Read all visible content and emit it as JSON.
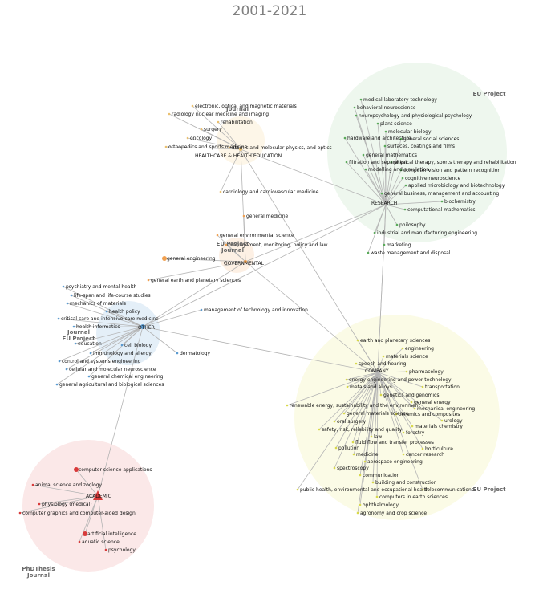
{
  "title": "2001-2021",
  "colors": {
    "research": "#5aaa5a",
    "company": "#d8d84a",
    "academic": "#d83a3a",
    "other": "#5a9ad0",
    "healthcare": "#eac070",
    "government": "#f0a050"
  },
  "clusters": [
    {
      "id": "research",
      "label": "RESEARCH",
      "tags": [
        "EU Project"
      ]
    },
    {
      "id": "company",
      "label": "COMPANY",
      "tags": [
        "EU Project"
      ]
    },
    {
      "id": "academic",
      "label": "ACADEMIC",
      "tags": [
        "PhDThesis",
        "Journal"
      ]
    },
    {
      "id": "other",
      "label": "OTHER",
      "tags": [
        "Journal",
        "EU Project"
      ]
    },
    {
      "id": "healthcare",
      "label": "HEALTHCARE & HEALTH EDUCATION",
      "tags": [
        "Journal"
      ]
    },
    {
      "id": "government",
      "label": "GOVERNMENTAL",
      "tags": [
        "EU Project",
        "Journal"
      ]
    }
  ],
  "nodes": [
    {
      "c": "research",
      "t": "medical laboratory technology"
    },
    {
      "c": "research",
      "t": "behavioral neuroscience"
    },
    {
      "c": "research",
      "t": "neuropsychology and physiological psychology"
    },
    {
      "c": "research",
      "t": "plant science"
    },
    {
      "c": "research",
      "t": "molecular biology"
    },
    {
      "c": "research",
      "t": "hardware and architecture"
    },
    {
      "c": "research",
      "t": "general social sciences"
    },
    {
      "c": "research",
      "t": "surfaces, coatings and films"
    },
    {
      "c": "research",
      "t": "general mathematics"
    },
    {
      "c": "research",
      "t": "filtration and separation"
    },
    {
      "c": "research",
      "t": "physical therapy, sports therapy and rehabilitation"
    },
    {
      "c": "research",
      "t": "modelling and simulation"
    },
    {
      "c": "research",
      "t": "computer vision and pattern recognition"
    },
    {
      "c": "research",
      "t": "cognitive neuroscience"
    },
    {
      "c": "research",
      "t": "applied microbiology and biotechnology"
    },
    {
      "c": "research",
      "t": "general business, management and accounting"
    },
    {
      "c": "research",
      "t": "biochemistry"
    },
    {
      "c": "research",
      "t": "computational mathematics"
    },
    {
      "c": "research",
      "t": "philosophy"
    },
    {
      "c": "research",
      "t": "industrial and manufacturing engineering"
    },
    {
      "c": "research",
      "t": "marketing"
    },
    {
      "c": "research",
      "t": "waste management and disposal"
    },
    {
      "c": "healthcare",
      "t": "electronic, optical and magnetic materials"
    },
    {
      "c": "healthcare",
      "t": "radiology nuclear medicine and imaging"
    },
    {
      "c": "healthcare",
      "t": "rehabilitation"
    },
    {
      "c": "healthcare",
      "t": "surgery"
    },
    {
      "c": "healthcare",
      "t": "oncology"
    },
    {
      "c": "healthcare",
      "t": "orthopedics and sports medicine"
    },
    {
      "c": "healthcare",
      "t": "atomic and molecular physics, and optics"
    },
    {
      "c": "healthcare",
      "t": "cardiology and cardiovascular medicine"
    },
    {
      "c": "government",
      "t": "general medicine"
    },
    {
      "c": "government",
      "t": "general environmental science"
    },
    {
      "c": "government",
      "t": "management, monitoring, policy and law"
    },
    {
      "c": "government",
      "t": "general engineering"
    },
    {
      "c": "government",
      "t": "general earth and planetary sciences"
    },
    {
      "c": "other",
      "t": "psychiatry and mental health"
    },
    {
      "c": "other",
      "t": "life-span and life-course studies"
    },
    {
      "c": "other",
      "t": "mechanics of materials"
    },
    {
      "c": "other",
      "t": "health policy"
    },
    {
      "c": "other",
      "t": "critical care and intensive care medicine"
    },
    {
      "c": "other",
      "t": "health informatics"
    },
    {
      "c": "other",
      "t": "education"
    },
    {
      "c": "other",
      "t": "cell biology"
    },
    {
      "c": "other",
      "t": "immunology and allergy"
    },
    {
      "c": "other",
      "t": "control and systems engineering"
    },
    {
      "c": "other",
      "t": "cellular and molecular neuroscience"
    },
    {
      "c": "other",
      "t": "general chemical engineering"
    },
    {
      "c": "other",
      "t": "general agricultural and biological sciences"
    },
    {
      "c": "other",
      "t": "dermatology"
    },
    {
      "c": "other",
      "t": "management of technology and innovation"
    },
    {
      "c": "company",
      "t": "earth and planetary sciences"
    },
    {
      "c": "company",
      "t": "engineering"
    },
    {
      "c": "company",
      "t": "materials science"
    },
    {
      "c": "company",
      "t": "speech and hearing"
    },
    {
      "c": "company",
      "t": "pharmacology"
    },
    {
      "c": "company",
      "t": "energy engineering and power technology"
    },
    {
      "c": "company",
      "t": "metals and alloys"
    },
    {
      "c": "company",
      "t": "transportation"
    },
    {
      "c": "company",
      "t": "genetics and genomics"
    },
    {
      "c": "company",
      "t": "general energy"
    },
    {
      "c": "company",
      "t": "renewable energy, sustainability and the environment"
    },
    {
      "c": "company",
      "t": "mechanical engineering"
    },
    {
      "c": "company",
      "t": "general materials science"
    },
    {
      "c": "company",
      "t": "ceramics and composites"
    },
    {
      "c": "company",
      "t": "oral surgery"
    },
    {
      "c": "company",
      "t": "urology"
    },
    {
      "c": "company",
      "t": "materials chemistry"
    },
    {
      "c": "company",
      "t": "safety, risk, reliability and quality"
    },
    {
      "c": "company",
      "t": "forestry"
    },
    {
      "c": "company",
      "t": "law"
    },
    {
      "c": "company",
      "t": "fluid flow and transfer processes"
    },
    {
      "c": "company",
      "t": "pollution"
    },
    {
      "c": "company",
      "t": "horticulture"
    },
    {
      "c": "company",
      "t": "medicine"
    },
    {
      "c": "company",
      "t": "cancer research"
    },
    {
      "c": "company",
      "t": "aerospace engineering"
    },
    {
      "c": "company",
      "t": "spectroscopy"
    },
    {
      "c": "company",
      "t": "communication"
    },
    {
      "c": "company",
      "t": "building and construction"
    },
    {
      "c": "company",
      "t": "public health, environmental and occupational health"
    },
    {
      "c": "company",
      "t": "telecommunications"
    },
    {
      "c": "company",
      "t": "computers in earth sciences"
    },
    {
      "c": "company",
      "t": "ophthalmology"
    },
    {
      "c": "company",
      "t": "agronomy and crop science"
    },
    {
      "c": "academic",
      "t": "computer science applications"
    },
    {
      "c": "academic",
      "t": "animal science and zoology"
    },
    {
      "c": "academic",
      "t": "physiology (medical)"
    },
    {
      "c": "academic",
      "t": "computer graphics and computer-aided design"
    },
    {
      "c": "academic",
      "t": "artificial intelligence"
    },
    {
      "c": "academic",
      "t": "aquatic science"
    },
    {
      "c": "academic",
      "t": "psychology"
    }
  ]
}
